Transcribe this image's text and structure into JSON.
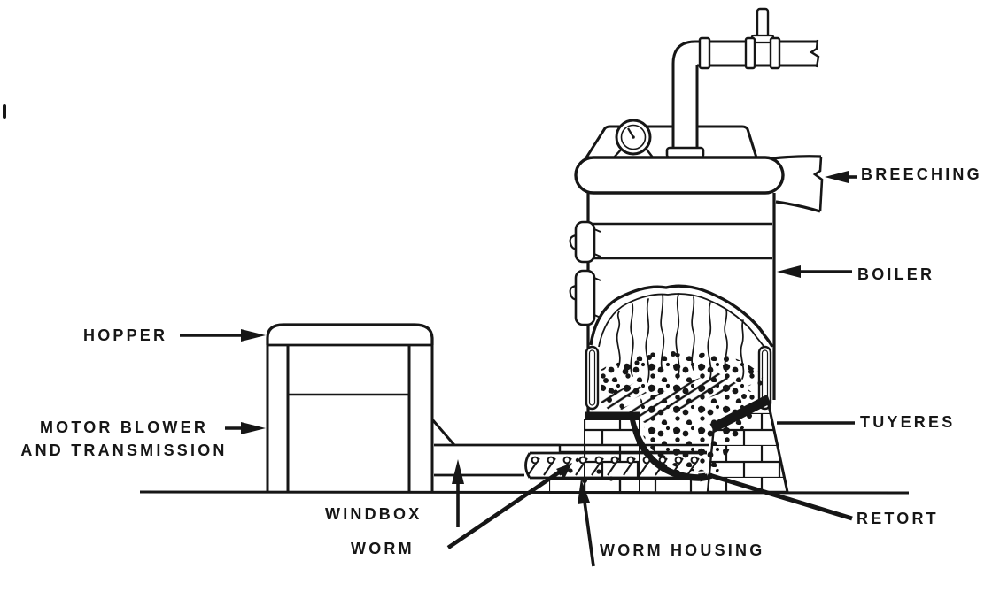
{
  "figure": {
    "kind": "line-art technical diagram",
    "subject": "underfeed-stoker fired vertical boiler, cutaway side view"
  },
  "colors": {
    "ink": "#161616",
    "paper": "#ffffff"
  },
  "labels": {
    "breeching": {
      "text": "BREECHING"
    },
    "boiler": {
      "text": "BOILER"
    },
    "hopper": {
      "text": "HOPPER"
    },
    "motor_blower": {
      "line1": "MOTOR BLOWER",
      "line2": "AND TRANSMISSION"
    },
    "windbox": {
      "text": "WINDBOX"
    },
    "worm": {
      "text": "WORM"
    },
    "worm_housing": {
      "text": "WORM HOUSING"
    },
    "retort": {
      "text": "RETORT"
    },
    "tuyeres": {
      "text": "TUYERES"
    }
  }
}
